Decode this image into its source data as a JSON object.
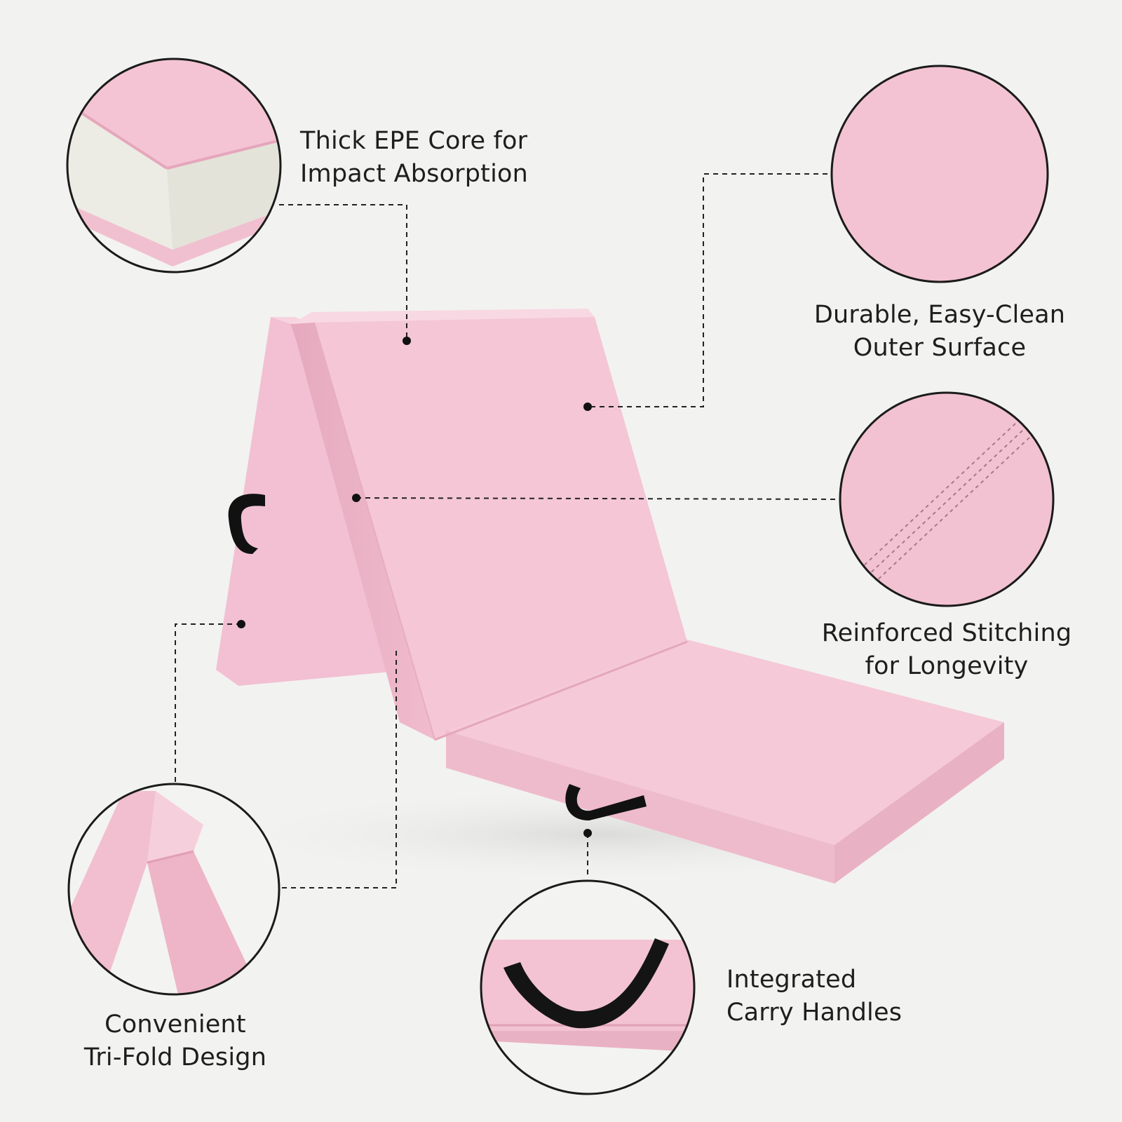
{
  "features": {
    "core": {
      "line1": "Thick EPE Core for",
      "line2": "Impact Absorption"
    },
    "surface": {
      "line1": "Durable, Easy-Clean",
      "line2": "Outer Surface"
    },
    "stitching": {
      "line1": "Reinforced Stitching",
      "line2": "for Longevity"
    },
    "fold": {
      "line1": "Convenient",
      "line2": "Tri-Fold Design"
    },
    "handles": {
      "line1": "Integrated",
      "line2": "Carry Handles"
    }
  },
  "colors": {
    "background": "#f2f2f1",
    "mat_pink": "#f3c4d4",
    "foam": "#ecebe4",
    "handle": "#111111",
    "line": "#222222"
  }
}
